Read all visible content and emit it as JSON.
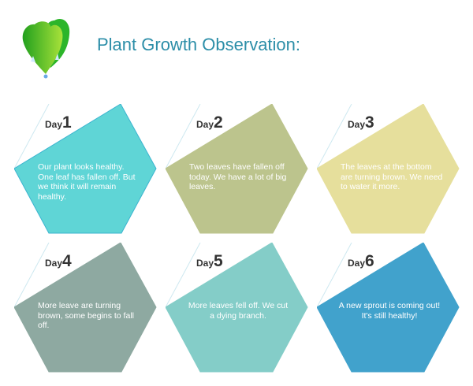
{
  "title": "Plant Growth Observation:",
  "day_word": "Day",
  "cards": [
    {
      "num": "1",
      "text": "Our plant looks healthy. One leaf has fallen off. But we think it will remain healthy.",
      "color": "#5fd5d6",
      "align": "left"
    },
    {
      "num": "2",
      "text": "Two leaves have fallen off today. We have a lot of big leaves.",
      "color": "#bcc48d",
      "align": "left"
    },
    {
      "num": "3",
      "text": "The leaves at the bottom are turning brown. We need to water it more.",
      "color": "#e6df9c",
      "align": "left"
    },
    {
      "num": "4",
      "text": "More leave are turning brown, some begins to fall off.",
      "color": "#8ea9a1",
      "align": "left"
    },
    {
      "num": "5",
      "text": "More leaves fell off. We cut a dying branch.",
      "color": "#84cdc8",
      "align": "center"
    },
    {
      "num": "6",
      "text": "A new sprout is coming out! It's still healthy!",
      "color": "#41a2cc",
      "align": "center"
    }
  ]
}
